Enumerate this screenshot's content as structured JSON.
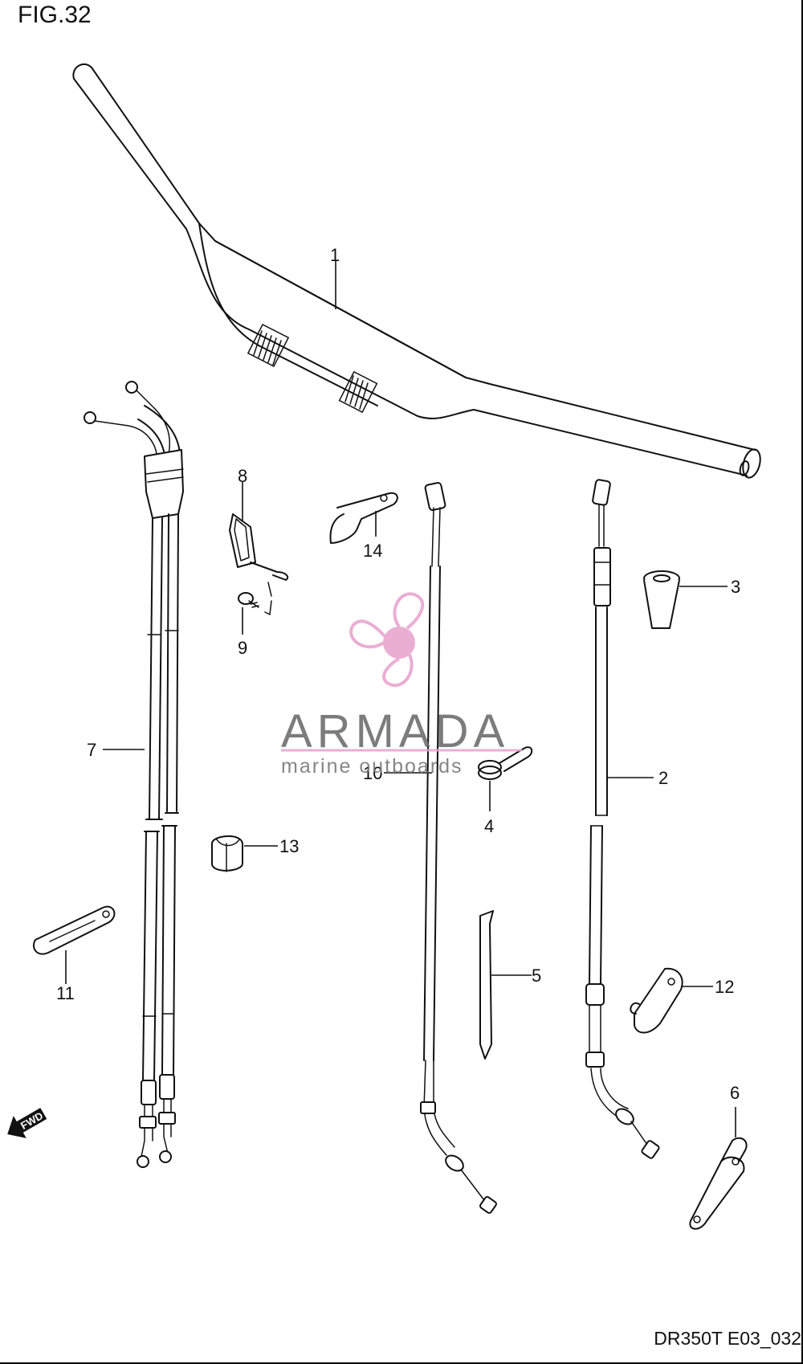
{
  "figure": {
    "title": "FIG.32",
    "code": "DR350T E03_032"
  },
  "callouts": [
    {
      "id": "1",
      "label": "1"
    },
    {
      "id": "2",
      "label": "2"
    },
    {
      "id": "3",
      "label": "3"
    },
    {
      "id": "4",
      "label": "4"
    },
    {
      "id": "5",
      "label": "5"
    },
    {
      "id": "6",
      "label": "6"
    },
    {
      "id": "7",
      "label": "7"
    },
    {
      "id": "8",
      "label": "8"
    },
    {
      "id": "9",
      "label": "9"
    },
    {
      "id": "10",
      "label": "10"
    },
    {
      "id": "11",
      "label": "11"
    },
    {
      "id": "12",
      "label": "12"
    },
    {
      "id": "13",
      "label": "13"
    },
    {
      "id": "14",
      "label": "14"
    }
  ],
  "watermark": {
    "word": "ARMADA",
    "sub": "marine outboards",
    "accent_color": "#e8a6cf"
  },
  "direction_badge": {
    "label": "FWD",
    "icon": "fwd-arrow-icon"
  }
}
